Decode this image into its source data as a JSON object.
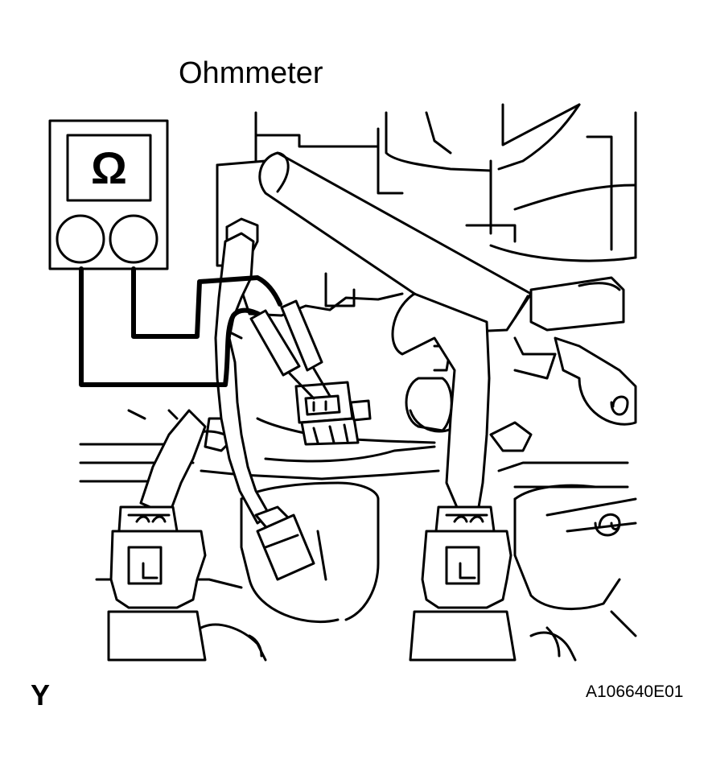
{
  "diagram": {
    "title": "Ohmmeter",
    "meter_symbol": "Ω",
    "corner_mark": "Y",
    "figure_code": "A106640E01"
  },
  "colors": {
    "line": "#000000",
    "background": "#ffffff"
  },
  "icons": [
    "ohmmeter-icon",
    "probe-icon",
    "connector-icon"
  ]
}
